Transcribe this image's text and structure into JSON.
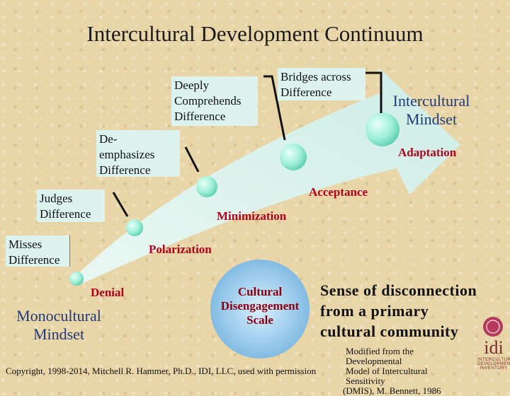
{
  "title": "Intercultural Development Continuum",
  "descriptors": {
    "misses": "Misses Difference",
    "judges": "Judges Difference",
    "deemphasizes_1": "De-",
    "deemphasizes_2": "emphasizes",
    "deemphasizes_3": "Difference",
    "deeply_1": "Deeply",
    "deeply_2": "Comprehends",
    "deeply_3": "Difference",
    "bridges_1": "Bridges across",
    "bridges_2": "Difference"
  },
  "stages": {
    "denial": "Denial",
    "polarization": "Polarization",
    "minimization": "Minimization",
    "acceptance": "Acceptance",
    "adaptation": "Adaptation"
  },
  "mindsets": {
    "monocultural_1": "Monocultural",
    "monocultural_2": "Mindset",
    "intercultural_1": "Intercultural",
    "intercultural_2": "Mindset"
  },
  "cultural_disengagement": {
    "line1": "Cultural",
    "line2": "Disengagement",
    "line3": "Scale"
  },
  "sense": {
    "line1": "Sense of disconnection",
    "line2": "from a primary",
    "line3": "cultural community"
  },
  "footer": {
    "copyright": "Copyright, 1998-2014, Mitchell R. Hammer, Ph.D., IDI, LLC, used with permission",
    "modified_1": "Modified from the Developmental",
    "modified_2": "Model of Intercultural Sensitivity",
    "modified_3": "(DMIS), M. Bennett, 1986"
  },
  "logo": {
    "mark": "idi",
    "line1": "INTERCULTURAL",
    "line2": "DEVELOPMENT",
    "line3": "INVENTORY"
  },
  "colors": {
    "arrow": "#dff3ee",
    "circle": "#9ff0d8",
    "stage_label": "#b3001b",
    "mindset": "#223a78",
    "box": "#ddf3ee"
  }
}
